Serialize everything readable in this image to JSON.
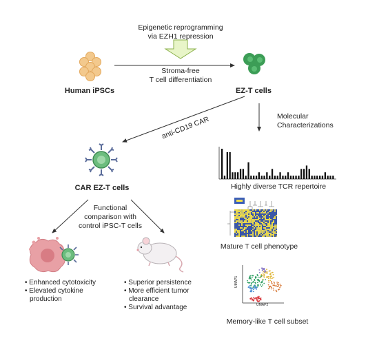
{
  "diagram": {
    "reprogramming_line1": "Epigenetic reprogramming",
    "reprogramming_line2": "via EZH1 repression",
    "stroma_line1": "Stroma-free",
    "stroma_line2": "T cell differentiation",
    "human_ipscs": "Human iPSCs",
    "ezt_cells": "EZ-T cells",
    "molecular_line1": "Molecular",
    "molecular_line2": "Characterizations",
    "anti_cd19": "anti-CD19 CAR",
    "car_ezt": "CAR EZ-T cells",
    "functional_line1": "Functional",
    "functional_line2": "comparison with",
    "functional_line3": "control iPSC-T cells",
    "left_bullets": [
      "• Enhanced cytotoxicity",
      "• Elevated cytokine",
      "  production"
    ],
    "right_bullets": [
      "• Superior persistence",
      "• More efficient tumor",
      "  clearance",
      "• Survival advantage"
    ],
    "tcr_label": "Highly diverse TCR repertoire",
    "mature_label": "Mature T cell phenotype",
    "memory_label": "Memory-like T cell subset",
    "umap_x": "UMAP2",
    "umap_y": "UMAP1"
  },
  "tcr_bars": [
    9,
    1,
    8,
    8,
    2,
    2,
    2,
    3,
    3,
    1,
    5,
    1,
    1,
    1,
    2,
    1,
    1,
    2,
    1,
    3,
    1,
    1,
    2,
    1,
    1,
    2,
    1,
    1,
    1,
    1,
    3,
    3,
    4,
    3,
    1,
    1,
    1,
    1,
    1,
    2,
    1,
    1,
    1
  ]
}
